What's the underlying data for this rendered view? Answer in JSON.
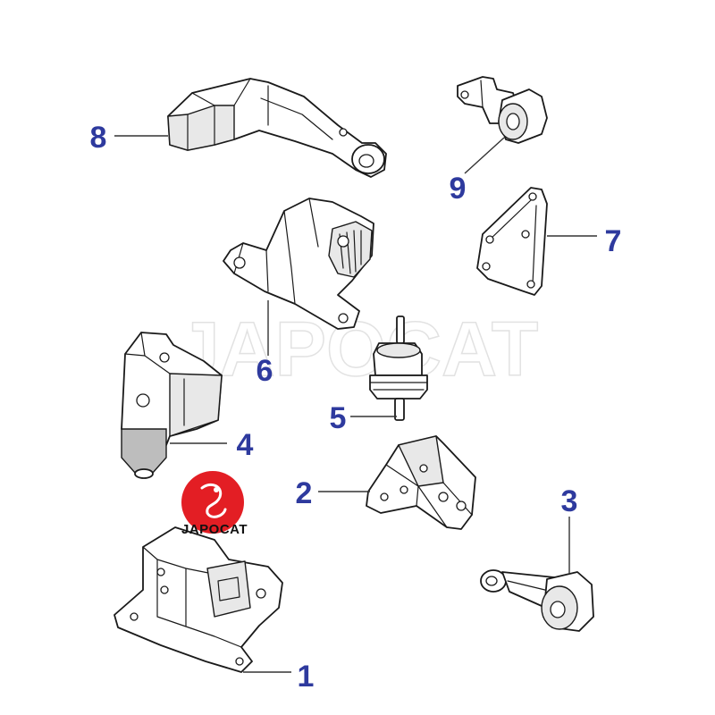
{
  "diagram": {
    "callout_color": "#2e3a9e",
    "callouts": [
      {
        "id": "1",
        "label": "1"
      },
      {
        "id": "2",
        "label": "2"
      },
      {
        "id": "3",
        "label": "3"
      },
      {
        "id": "4",
        "label": "4"
      },
      {
        "id": "5",
        "label": "5"
      },
      {
        "id": "6",
        "label": "6"
      },
      {
        "id": "7",
        "label": "7"
      },
      {
        "id": "8",
        "label": "8"
      },
      {
        "id": "9",
        "label": "9"
      }
    ]
  },
  "watermark": {
    "text": "JAPOCAT"
  },
  "logo": {
    "text": "JAPOCAT",
    "badge_color": "#e31e24"
  }
}
